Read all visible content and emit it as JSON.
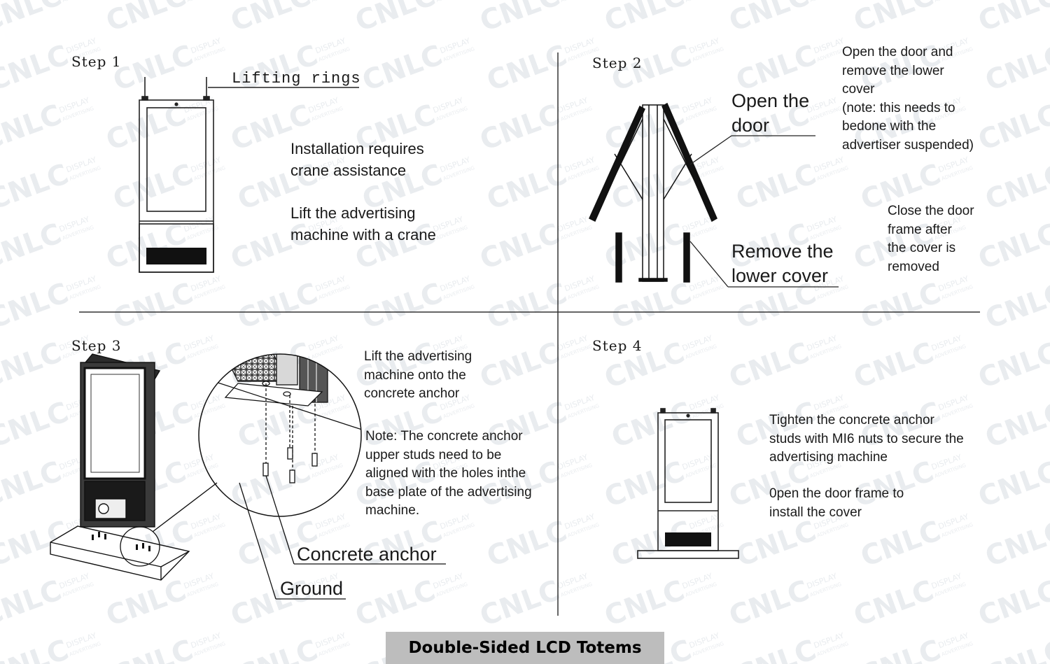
{
  "steps": {
    "s1": {
      "label": "Step 1",
      "lifting": "Lifting rings",
      "text1": "Installation requires\ncrane assistance",
      "text2": "Lift the advertising\nmachine with a crane"
    },
    "s2": {
      "label": "Step 2",
      "open_door": "Open the\ndoor",
      "remove_cover": "Remove the\nlower cover",
      "note_open": "Open the door and\nremove the lower\ncover\n(note: this needs to\nbedone with the\nadvertiser suspended)",
      "close_door": "Close the door\nframe after\n the cover is\nremoved"
    },
    "s3": {
      "label": "Step 3",
      "lift": "Lift the advertising\nmachine onto the\nconcrete anchor",
      "note": "Note: The concrete anchor\nupper studs need to be\naligned with the holes inthe\nbase plate of the advertising\n machine.",
      "anchor": "Concrete anchor",
      "ground": "Ground"
    },
    "s4": {
      "label": "Step 4",
      "tighten": "Tighten the concrete anchor\nstuds with MI6 nuts to secure the\nadvertising machine",
      "open_frame": "0pen the door frame to\ninstall the cover"
    }
  },
  "footer": {
    "title": "Double-Sided LCD Totems"
  },
  "watermark": {
    "logo": "CNLC",
    "tag1": "DISPLAY",
    "tag2": "ADVERTISING"
  },
  "colors": {
    "ink": "#1a1a1a",
    "footer_bg": "#bdbdbd",
    "watermark": "#e9ecef"
  }
}
